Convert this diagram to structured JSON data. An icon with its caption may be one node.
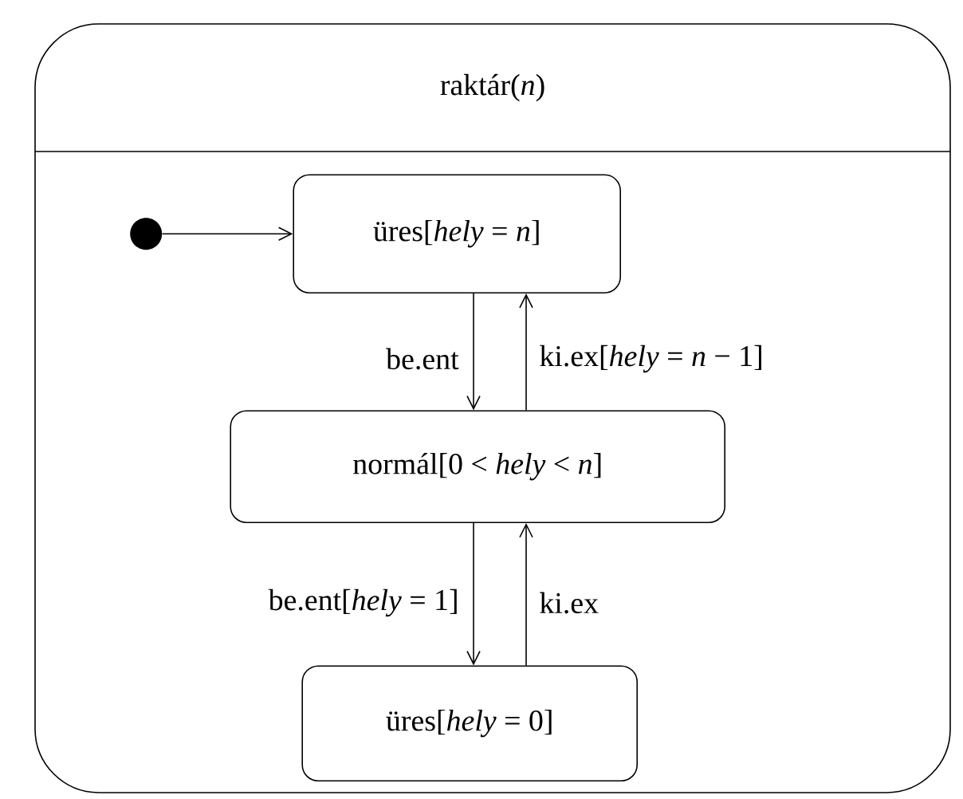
{
  "diagram": {
    "nodes": [
      {
        "text": [
          "raktár(*n*)"
        ]
      },
      {
        "text": [],
        "shape": "circle",
        "in": 0
      },
      {
        "text": [
          "üres[*hely* = *n*]"
        ],
        "in": 0
      },
      {
        "text": [
          "normál[0 < *hely* < *n*]"
        ],
        "in": 0
      },
      {
        "text": [
          "üres[*hely* = 0]"
        ],
        "in": 0
      }
    ],
    "edges": [
      {
        "from": 1,
        "to": 2,
        "arrow": "to"
      },
      {
        "from": 2,
        "to": 3,
        "arrow": "to",
        "label": "be.ent"
      },
      {
        "from": 3,
        "to": 2,
        "arrow": "to",
        "label": "ki.ex[*hely* = *n* − 1]"
      },
      {
        "from": 3,
        "to": 4,
        "arrow": "to",
        "label": "be.ent[*hely* = 1]"
      },
      {
        "from": 4,
        "to": 3,
        "arrow": "to",
        "label": "ki.ex"
      }
    ]
  }
}
